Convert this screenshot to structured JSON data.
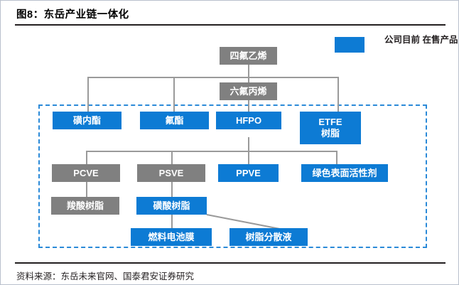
{
  "header": {
    "title": "图8：东岳产业链一体化"
  },
  "legend": {
    "swatch_color": "#0d7bd4",
    "label": "公司目前\n在售产品"
  },
  "footer": {
    "source": "资料来源：东岳未来官网、国泰君安证券研究"
  },
  "colors": {
    "blue": "#0d7bd4",
    "gray": "#808080",
    "line": "#9a9a9a",
    "dashed_border": "#2b8ad8",
    "rule": "#231f20"
  },
  "diagram": {
    "type": "flow-chart",
    "dashed_zone_note": "公司目前在售产品",
    "nodes": [
      {
        "id": "tfe",
        "label": "四氟乙烯",
        "style": "gray",
        "row": 1
      },
      {
        "id": "hfp",
        "label": "六氟丙烯",
        "style": "gray",
        "row": 2
      },
      {
        "id": "sultone",
        "label": "磺内酯",
        "style": "blue",
        "row": 3
      },
      {
        "id": "fluoroester",
        "label": "氟酯",
        "style": "blue",
        "row": 3
      },
      {
        "id": "hfpo",
        "label": "HFPO",
        "style": "blue",
        "row": 3
      },
      {
        "id": "etfe",
        "label": "ETFE\n树脂",
        "style": "blue",
        "row": 3
      },
      {
        "id": "pcve",
        "label": "PCVE",
        "style": "gray",
        "row": 4
      },
      {
        "id": "psve",
        "label": "PSVE",
        "style": "gray",
        "row": 4
      },
      {
        "id": "ppve",
        "label": "PPVE",
        "style": "blue",
        "row": 4
      },
      {
        "id": "surfactant",
        "label": "绿色表面活性剂",
        "style": "blue",
        "row": 4
      },
      {
        "id": "carboxylic",
        "label": "羧酸树脂",
        "style": "gray",
        "row": 5
      },
      {
        "id": "sulfonic",
        "label": "磺酸树脂",
        "style": "blue",
        "row": 5
      },
      {
        "id": "fuelcell",
        "label": "燃料电池膜",
        "style": "blue",
        "row": 6
      },
      {
        "id": "dispersion",
        "label": "树脂分散液",
        "style": "blue",
        "row": 6
      }
    ],
    "edges": [
      {
        "from": "tfe",
        "to": "hfp"
      },
      {
        "from": "tfe",
        "to": "sultone"
      },
      {
        "from": "tfe",
        "to": "fluoroester"
      },
      {
        "from": "tfe",
        "to": "etfe"
      },
      {
        "from": "hfp",
        "to": "hfpo"
      },
      {
        "from": "hfpo",
        "to": "pcve"
      },
      {
        "from": "hfpo",
        "to": "psve"
      },
      {
        "from": "hfpo",
        "to": "ppve"
      },
      {
        "from": "hfpo",
        "to": "surfactant"
      },
      {
        "from": "pcve",
        "to": "carboxylic"
      },
      {
        "from": "psve",
        "to": "sulfonic"
      },
      {
        "from": "sulfonic",
        "to": "fuelcell"
      },
      {
        "from": "sulfonic",
        "to": "dispersion"
      }
    ]
  }
}
